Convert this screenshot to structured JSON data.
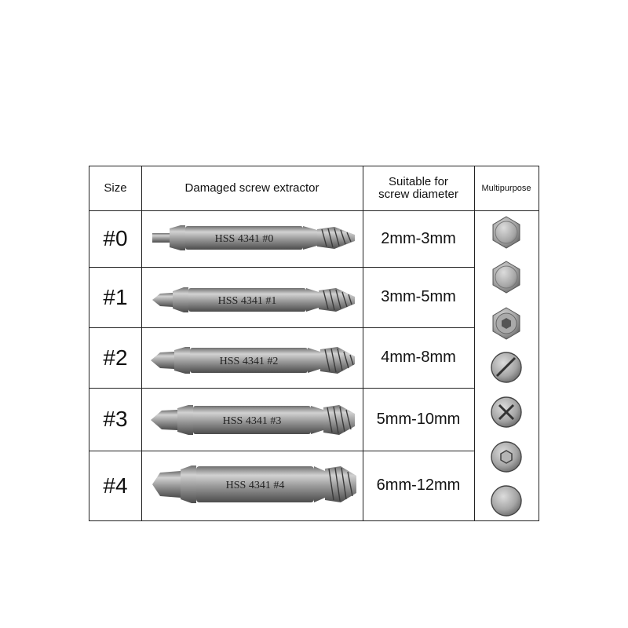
{
  "headers": {
    "size": "Size",
    "extractor": "Damaged screw extractor",
    "suitable_line1": "Suitable for",
    "suitable_line2": "screw diameter",
    "multipurpose": "Multipurpose"
  },
  "rows": [
    {
      "size": "#0",
      "engraving": "HSS 4341 #0",
      "diameter": "2mm-3mm"
    },
    {
      "size": "#1",
      "engraving": "HSS 4341 #1",
      "diameter": "3mm-5mm"
    },
    {
      "size": "#2",
      "engraving": "HSS 4341 #2",
      "diameter": "4mm-8mm"
    },
    {
      "size": "#3",
      "engraving": "HSS 4341 #3",
      "diameter": "5mm-10mm"
    },
    {
      "size": "#4",
      "engraving": "HSS 4341 #4",
      "diameter": "6mm-12mm"
    }
  ],
  "screw_heads": [
    "hex-head-icon",
    "hex-head-icon",
    "hex-socket-head-icon",
    "slotted-head-icon",
    "phillips-head-icon",
    "hex-socket-round-head-icon",
    "flat-round-head-icon"
  ],
  "colors": {
    "border": "#222222",
    "metal_light": "#b8b8b8",
    "metal_dark": "#5a5a5a"
  }
}
